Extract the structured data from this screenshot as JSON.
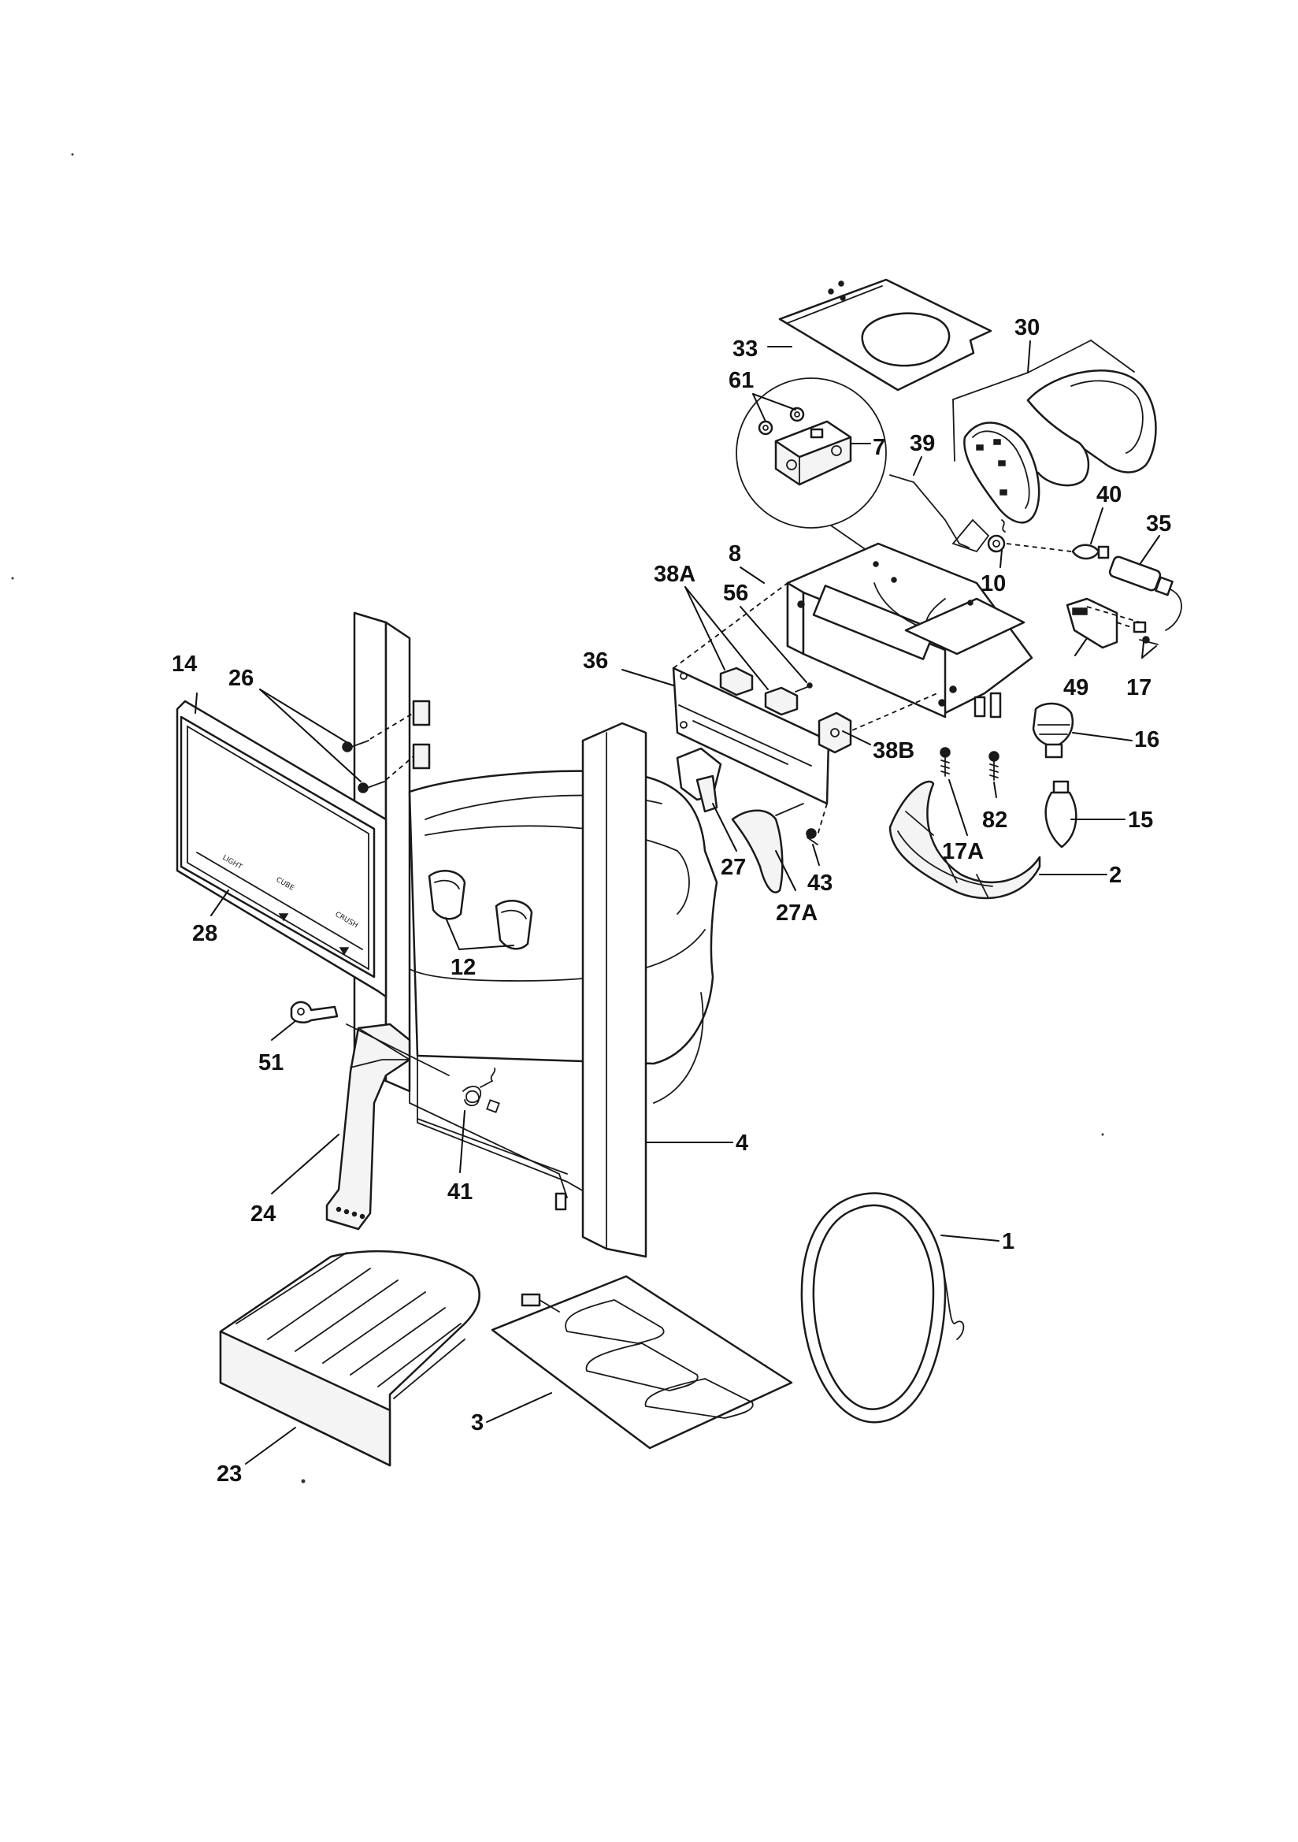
{
  "callouts": {
    "c1": "1",
    "c2": "2",
    "c3": "3",
    "c4": "4",
    "c7": "7",
    "c8": "8",
    "c10": "10",
    "c12": "12",
    "c14": "14",
    "c15": "15",
    "c16": "16",
    "c17": "17",
    "c17A": "17A",
    "c23": "23",
    "c24": "24",
    "c26": "26",
    "c27": "27",
    "c27A": "27A",
    "c28": "28",
    "c30": "30",
    "c33": "33",
    "c35": "35",
    "c36": "36",
    "c38A": "38A",
    "c38B": "38B",
    "c39": "39",
    "c40": "40",
    "c41": "41",
    "c43": "43",
    "c49": "49",
    "c51": "51",
    "c56": "56",
    "c61": "61",
    "c82": "82"
  }
}
